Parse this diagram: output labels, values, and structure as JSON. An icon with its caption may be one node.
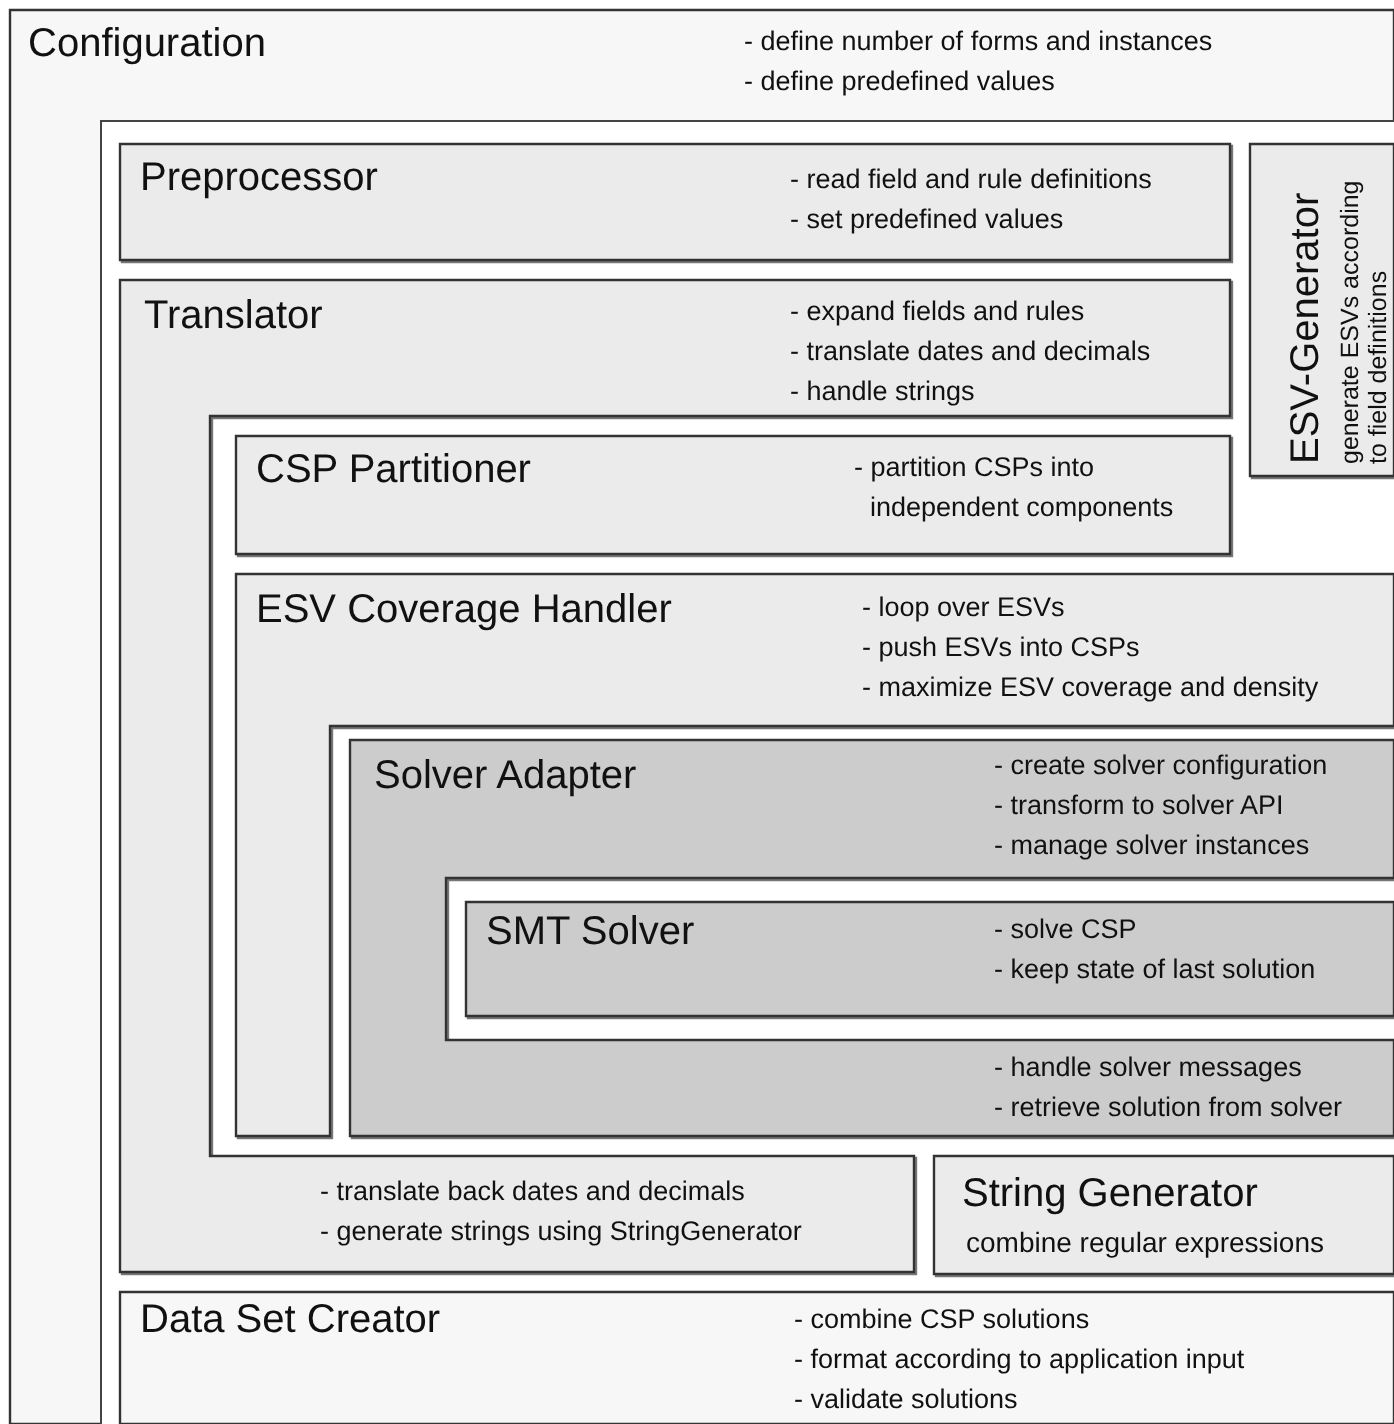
{
  "diagram": {
    "nodes": [
      {
        "text": [
          "Configuration",
          "- define number of forms and instances",
          "- define predefined values"
        ]
      },
      {
        "text": [
          "Preprocessor",
          "- read field and rule definitions",
          "- set predefined values"
        ],
        "in": 0
      },
      {
        "text": [
          "ESV-Generator",
          "generate ESVs according to field definitions"
        ],
        "in": 0
      },
      {
        "text": [
          "Translator",
          "- expand fields and rules",
          "- translate dates and decimals",
          "- handle strings",
          "- translate back dates and decimals",
          "- generate strings using StringGenerator"
        ],
        "in": 0
      },
      {
        "text": [
          "CSP Partitioner",
          "- partition CSPs into independent components"
        ],
        "in": 3
      },
      {
        "text": [
          "ESV Coverage Handler",
          "- loop over ESVs",
          "- push ESVs into CSPs",
          "- maximize ESV coverage and density"
        ],
        "in": 3
      },
      {
        "text": [
          "Solver Adapter",
          "- create solver configuration",
          "- transform to solver API",
          "- manage solver instances",
          "- handle solver messages",
          "- retrieve solution from solver"
        ],
        "in": 5
      },
      {
        "text": [
          "SMT Solver",
          "- solve CSP",
          "- keep state of last solution"
        ],
        "in": 6
      },
      {
        "text": [
          "String Generator",
          "combine regular expressions"
        ],
        "in": 0
      },
      {
        "text": [
          "Data Set Creator",
          "- combine CSP solutions",
          "- format according to application input",
          "- validate solutions"
        ],
        "in": 0
      }
    ]
  }
}
